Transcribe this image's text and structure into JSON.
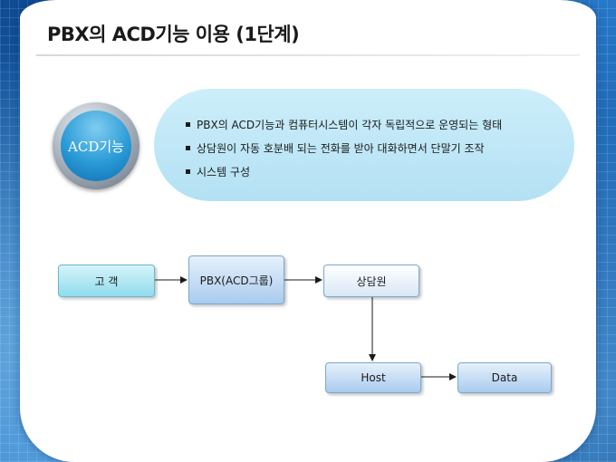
{
  "title": "PBX의 ACD기능 이용 (1단계)",
  "badge": {
    "label": "ACD기능"
  },
  "bullets": [
    "PBX의 ACD기능과 컴퓨터시스템이 각자 독립적으로 운영되는 형태",
    "상담원이 자동 호분배 되는 전화를 받아 대화하면서 단말기 조작",
    "시스템 구성"
  ],
  "diagram": {
    "nodes": {
      "customer": "고 객",
      "pbx": "PBX(ACD그룹)",
      "agent": "상담원",
      "host": "Host",
      "data": "Data"
    }
  }
}
